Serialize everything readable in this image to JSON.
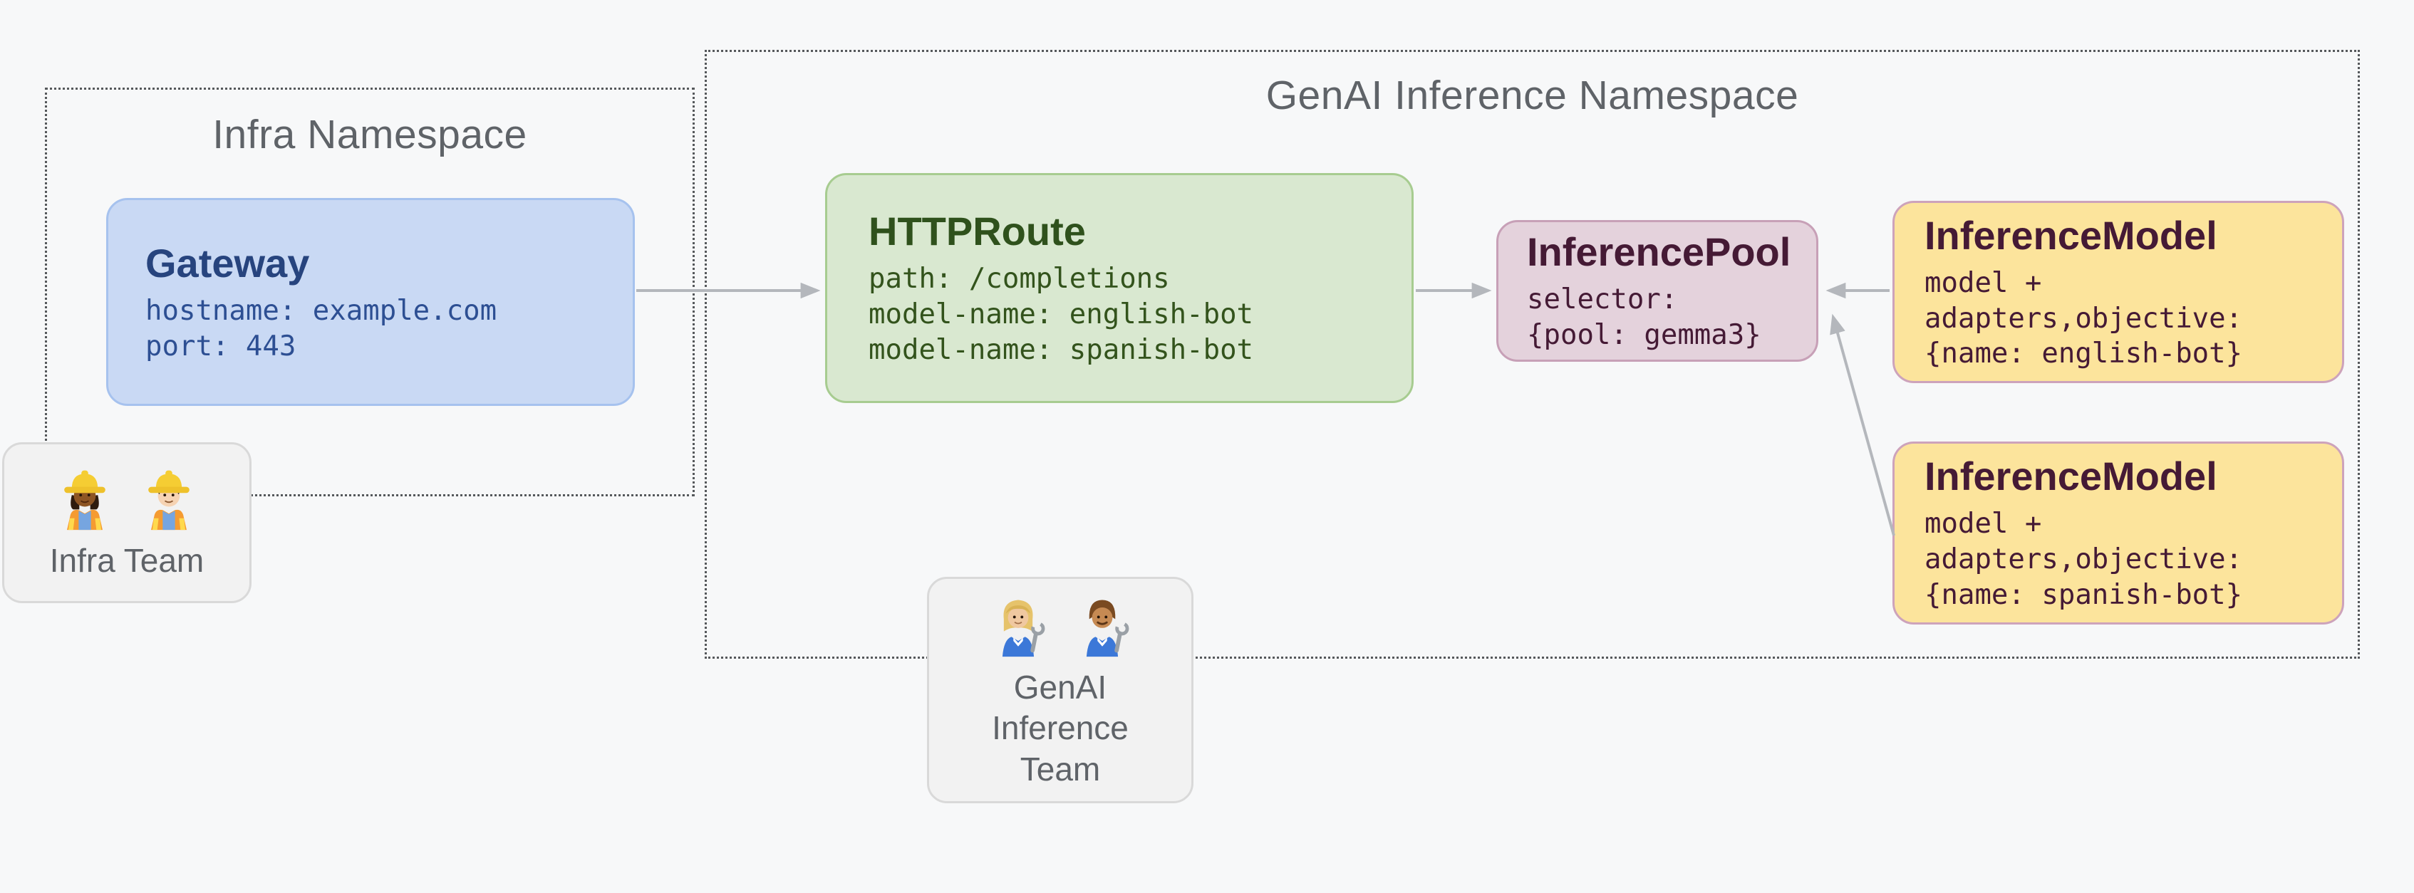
{
  "page": {
    "background": "#f7f8f9"
  },
  "namespaces": {
    "infra": {
      "label": "Infra Namespace"
    },
    "genai": {
      "label": "GenAI Inference Namespace"
    }
  },
  "nodes": {
    "gateway": {
      "title": "Gateway",
      "lines": [
        "hostname: example.com",
        "port: 443"
      ],
      "style": {
        "bg": "#c9d9f4",
        "border": "#a6c2ee",
        "title": "#27447e",
        "text": "#2d4f93"
      }
    },
    "httproute": {
      "title": "HTTPRoute",
      "lines": [
        "path: /completions",
        "model-name: english-bot",
        "model-name: spanish-bot"
      ],
      "style": {
        "bg": "#d9e8d0",
        "border": "#a7cc90",
        "title": "#2f511c",
        "text": "#33531c"
      }
    },
    "inferencepool": {
      "title": "InferencePool",
      "lines": [
        "selector:",
        "{pool: gemma3}"
      ],
      "style": {
        "bg": "#e4d2dc",
        "border": "#c7a0b7",
        "title": "#451a35",
        "text": "#451a35"
      }
    },
    "inferencemodel_english": {
      "title": "InferenceModel",
      "lines": [
        "model +",
        "adapters,objective:",
        "{name: english-bot}"
      ],
      "style": {
        "bg": "#fce49c",
        "border": "#cda3bb",
        "title": "#451a35",
        "text": "#451a35"
      }
    },
    "inferencemodel_spanish": {
      "title": "InferenceModel",
      "lines": [
        "model +",
        "adapters,objective:",
        "{name: spanish-bot}"
      ],
      "style": {
        "bg": "#fce49c",
        "border": "#cda3bb",
        "title": "#451a35",
        "text": "#451a35"
      }
    }
  },
  "teams": {
    "infra": {
      "label": "Infra Team",
      "icons": [
        {
          "name": "woman-construction-worker-icon",
          "emoji": "👷🏿‍♀️"
        },
        {
          "name": "man-construction-worker-icon",
          "emoji": "👷🏻"
        }
      ]
    },
    "genai": {
      "label_lines": [
        "GenAI",
        "Inference",
        "Team"
      ],
      "icons": [
        {
          "name": "woman-mechanic-icon",
          "emoji": "👩🏼‍🔧"
        },
        {
          "name": "man-mechanic-icon",
          "emoji": "👨🏽‍🔧"
        }
      ]
    }
  },
  "arrows": {
    "color": "#b4b7bc"
  }
}
